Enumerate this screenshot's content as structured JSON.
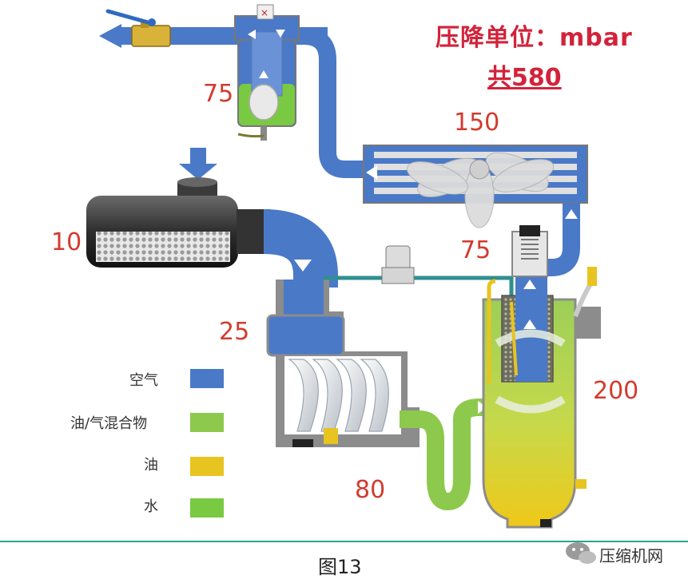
{
  "header": {
    "title": "压降单位：mbar",
    "total": "共580"
  },
  "pressure_drops": {
    "filter_top": "75",
    "cooler": "150",
    "air_filter": "10",
    "min_pressure_valve": "75",
    "intake_valve": "25",
    "separator": "200",
    "oil_pipe": "80"
  },
  "legend": [
    {
      "label": "空气",
      "color": "#4a79c8"
    },
    {
      "label": "油/气混合物",
      "color": "#8dc94c"
    },
    {
      "label": "油",
      "color": "#e8c420"
    },
    {
      "label": "水",
      "color": "#7ac943"
    }
  ],
  "colors": {
    "air": "#4a79c8",
    "mix": "#8dc94c",
    "oil": "#e8c420",
    "water": "#7ac943",
    "casing": "#8c8c8c",
    "accent": "#d2233a",
    "rule": "#2aa88f"
  },
  "footer": {
    "caption": "图13",
    "brand": "压缩机网"
  }
}
